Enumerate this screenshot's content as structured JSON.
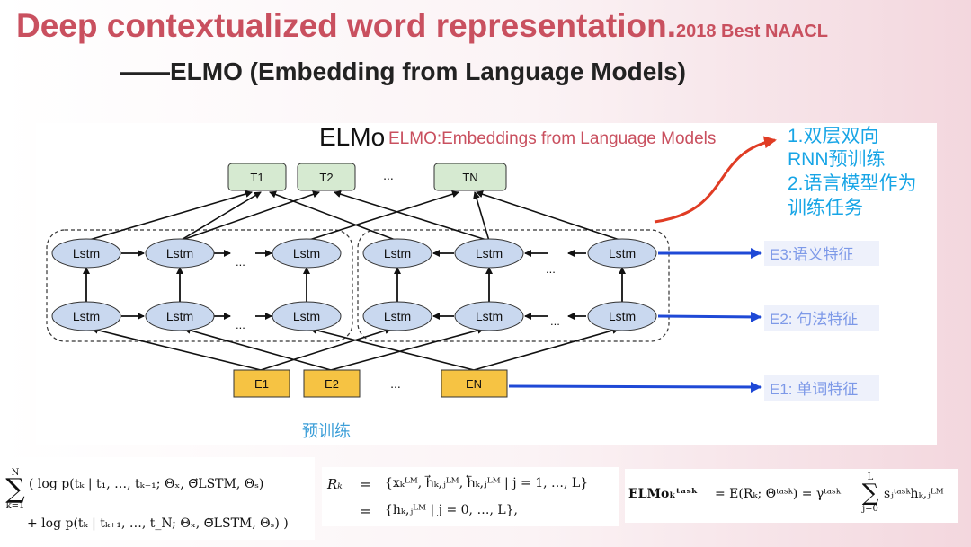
{
  "header": {
    "title": "Deep contextualized word representation.",
    "title_suffix": "2018 Best NAACL",
    "subtitle": "——ELMO  (Embedding from Language Models)"
  },
  "diagram": {
    "heading": "ELMo",
    "heading_overlay": "ELMO:Embeddings from Language Models",
    "output_tokens": [
      "T1",
      "T2",
      "TN"
    ],
    "input_tokens": [
      "E1",
      "E2",
      "EN"
    ],
    "lstm_label": "Lstm",
    "ellipsis": "...",
    "notes": [
      "1.双层双向",
      "RNN预训练",
      "2.语言模型作为",
      "训练任务"
    ],
    "features": [
      "E3:语义特征",
      "E2: 句法特征",
      "E1: 单词特征"
    ],
    "pretrain_label": "预训练"
  },
  "formulas": {
    "sum_top": "N",
    "sum_bottom": "k=1",
    "f1_line1": "( log p(tₖ | t₁, …, tₖ₋₁; Θₓ, Θ⃗LSTM, Θₛ)",
    "f1_line2": "+ log p(tₖ | tₖ₊₁, …, t_N; Θₓ, Θ⃖LSTM, Θₛ) )",
    "f2_lhs": "Rₖ",
    "f2_eq": "=",
    "f2_line1": "{xₖᴸᴹ, h⃗ₖ,ⱼᴸᴹ, h⃖ₖ,ⱼᴸᴹ | j = 1, …, L}",
    "f2_line2": "{hₖ,ⱼᴸᴹ | j = 0, …, L},",
    "f3_lhs": "ELMoₖᵗᵃˢᵏ",
    "f3_rhs": "= E(Rₖ; Θᵗᵃˢᵏ) = γᵗᵃˢᵏ",
    "f3_sum_top": "L",
    "f3_sum_bottom": "j=0",
    "f3_term": "sⱼᵗᵃˢᵏhₖ,ⱼᴸᴹ"
  },
  "colors": {
    "title": "#c9505f",
    "lstm_fill": "#c9d8ef",
    "output_fill": "#d6ead1",
    "input_fill": "#f6c343",
    "feature_arrow": "#1f49d6",
    "feature_text": "#7d99e8",
    "feature_bg": "#eef1fb",
    "notes_text": "#17a5e6",
    "pretrain_text": "#3b9ed8",
    "red_arrow": "#e03c24"
  }
}
